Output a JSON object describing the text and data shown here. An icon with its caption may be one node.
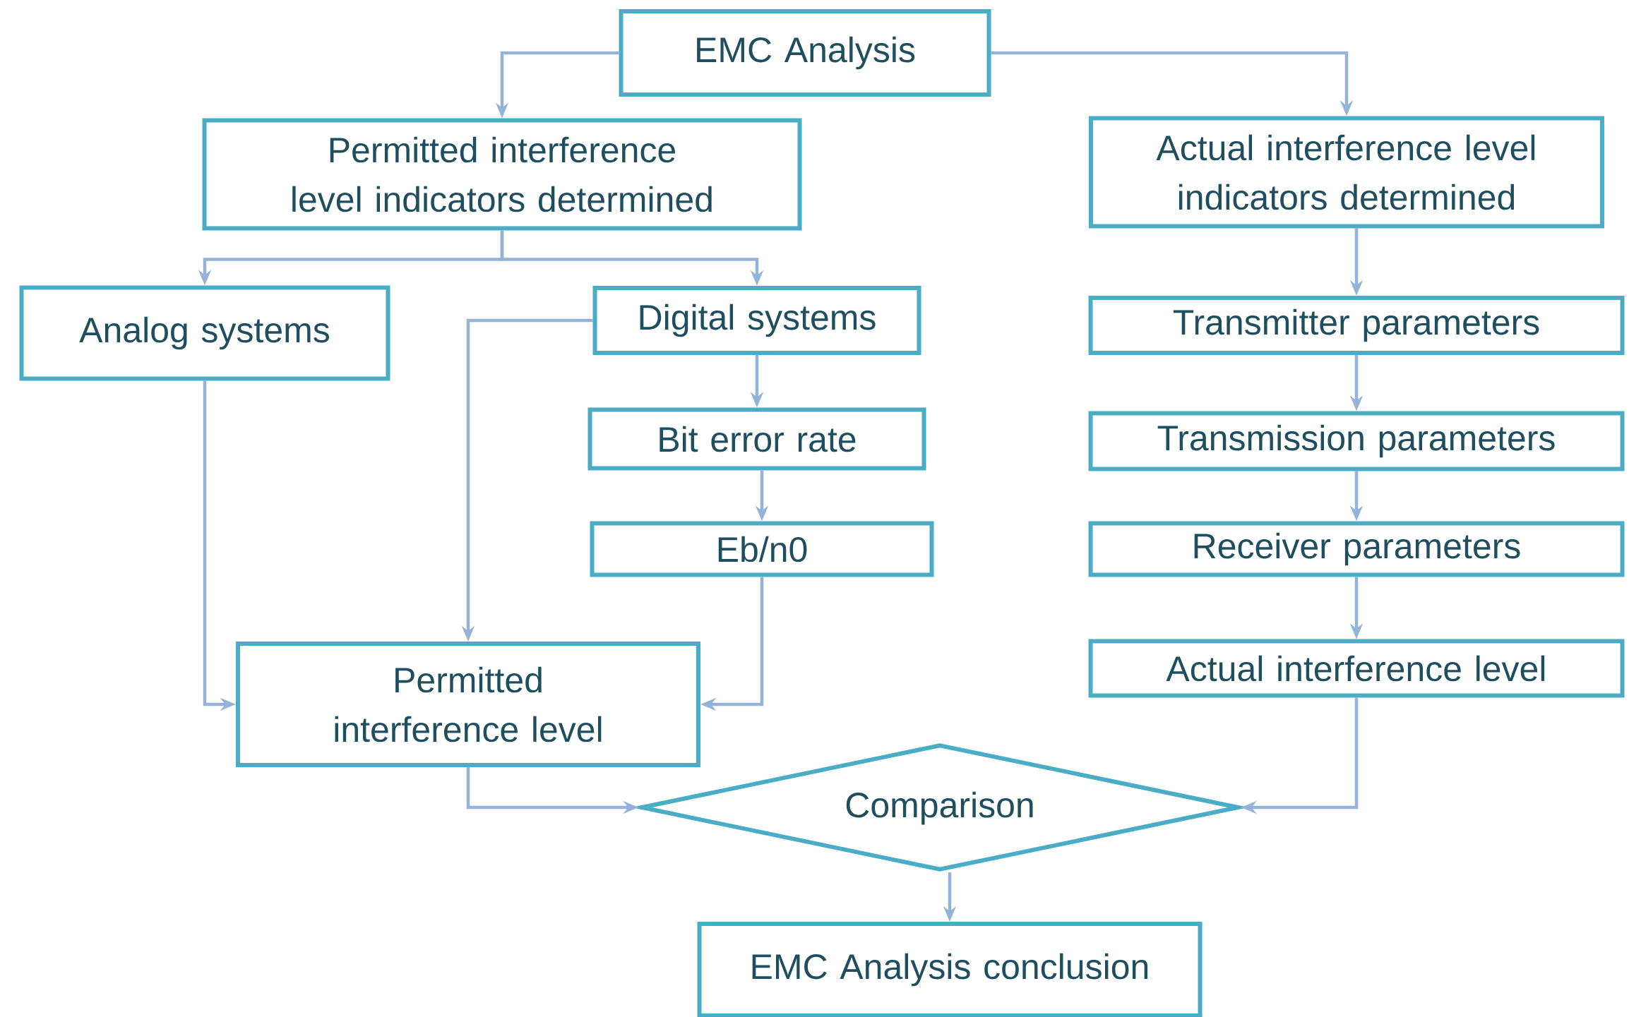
{
  "diagram": {
    "nodes": [
      {
        "text": [
          "EMC Analysis"
        ]
      },
      {
        "text": [
          "Permitted interference level indicators determined"
        ]
      },
      {
        "text": [
          "Actual interference level indicators determined"
        ]
      },
      {
        "text": [
          "Analog systems"
        ]
      },
      {
        "text": [
          "Digital systems"
        ]
      },
      {
        "text": [
          "Bit error rate"
        ]
      },
      {
        "text": [
          "Eb/n0"
        ]
      },
      {
        "text": [
          "Permitted interference level"
        ]
      },
      {
        "text": [
          "Transmitter parameters"
        ]
      },
      {
        "text": [
          "Transmission parameters"
        ]
      },
      {
        "text": [
          "Receiver parameters"
        ]
      },
      {
        "text": [
          "Actual interference level"
        ]
      },
      {
        "text": [
          "Comparison"
        ]
      },
      {
        "text": [
          "EMC Analysis conclusion"
        ]
      }
    ],
    "edges": [
      {
        "from": 0,
        "to": 1,
        "arrow": "to"
      },
      {
        "from": 0,
        "to": 2,
        "arrow": "to"
      },
      {
        "from": 1,
        "to": 3,
        "arrow": "to"
      },
      {
        "from": 1,
        "to": 4,
        "arrow": "to"
      },
      {
        "from": 2,
        "to": 8,
        "arrow": "to"
      },
      {
        "from": 4,
        "to": 5,
        "arrow": "to"
      },
      {
        "from": 5,
        "to": 6,
        "arrow": "to"
      },
      {
        "from": 4,
        "to": 7,
        "arrow": "to"
      },
      {
        "from": 3,
        "to": 7,
        "arrow": "to"
      },
      {
        "from": 6,
        "to": 7,
        "arrow": "to"
      },
      {
        "from": 8,
        "to": 9,
        "arrow": "to"
      },
      {
        "from": 9,
        "to": 10,
        "arrow": "to"
      },
      {
        "from": 10,
        "to": 11,
        "arrow": "to"
      },
      {
        "from": 7,
        "to": 12,
        "arrow": "to"
      },
      {
        "from": 11,
        "to": 12,
        "arrow": "to"
      },
      {
        "from": 12,
        "to": 13,
        "arrow": "to"
      }
    ]
  }
}
